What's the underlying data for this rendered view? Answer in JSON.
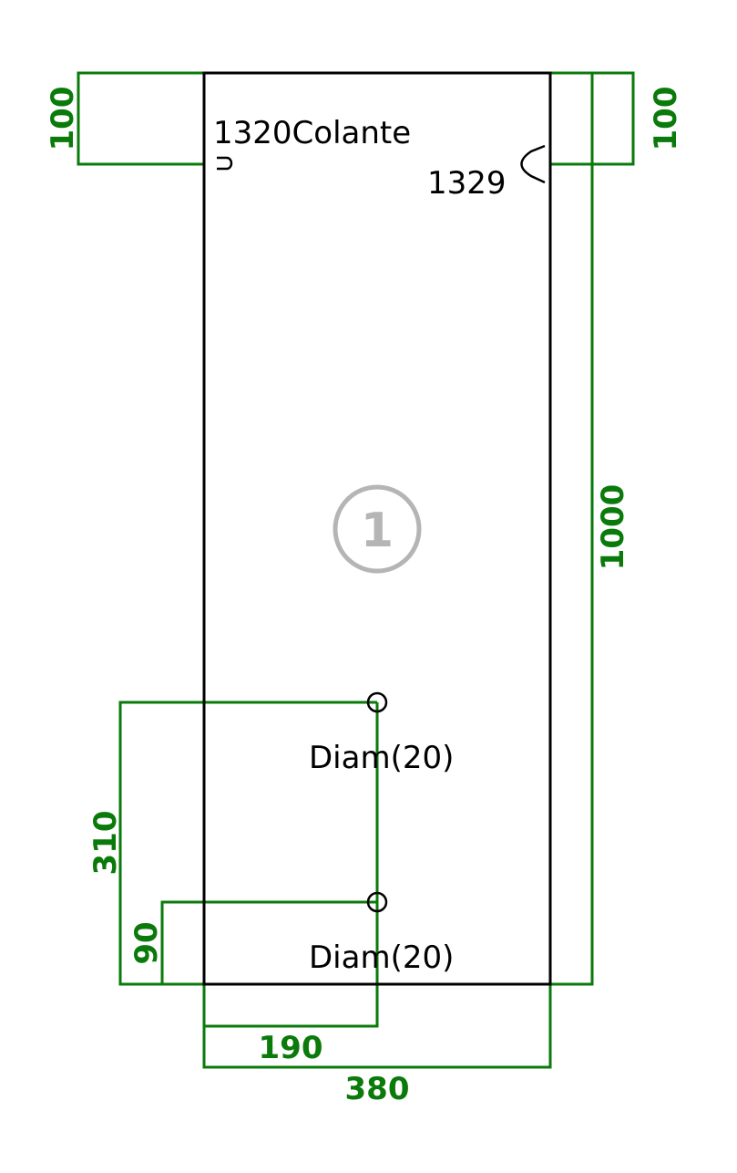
{
  "panel": {
    "piece_number": "1",
    "edge_labels": {
      "top_left": "1320Colante",
      "top_right": "1329"
    },
    "holes": [
      {
        "label": "Diam(20)"
      },
      {
        "label": "Diam(20)"
      }
    ]
  },
  "dimensions": {
    "top_left_height": "100",
    "top_right_height": "100",
    "total_height": "1000",
    "hole_upper_height": "310",
    "hole_lower_height": "90",
    "hole_offset_width": "190",
    "total_width": "380"
  },
  "colors": {
    "dimension": "#0a7a0a",
    "outline": "#000000",
    "piece_marker": "#b5b5b5"
  }
}
